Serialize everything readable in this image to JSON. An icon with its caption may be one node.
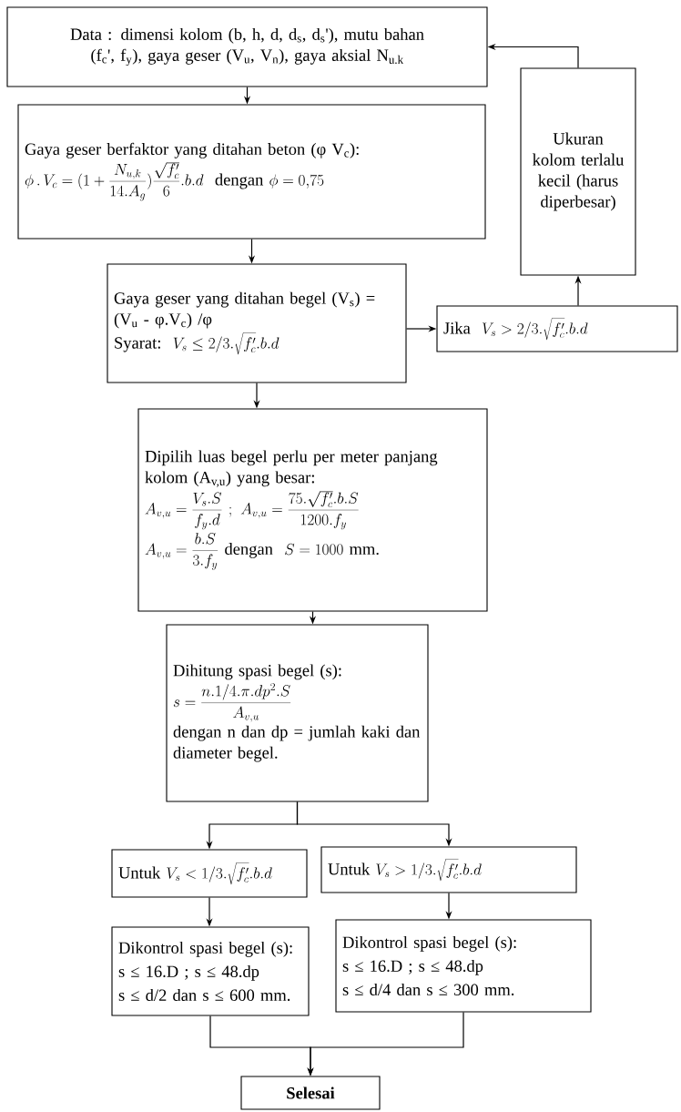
{
  "diagram": {
    "nodes": [
      {
        "text": [
          "Data : dimensi kolom (b, h, d, d$_{s}$, d$_{s}$'), mutu bahan (f$_{c}$', f$_{y}$), gaya geser (V$_{u}$, V$_{n}$), gaya aksial N$_{u.k}$"
        ]
      },
      {
        "text": [
          "Gaya geser berfaktor yang ditahan beton (φ V$_{c}$):",
          "\\phi\\,.\\,V_{c}=(1+\\frac{N_{u,k}}{14.A_{g}})\\frac{\\sqrt{f_{c}'}}{6}.b.d\\ \\ \\mbox{dengan}\\ \\phi=0{,}75"
        ]
      },
      {
        "text": [
          "Gaya geser yang ditahan begel (V$_{s}$) = (V$_{u}$ - φ.V$_{c}$) /φ",
          "\\mbox{Syarat:}\\ \\ V_{s}\\le 2/3.\\sqrt{f_{c}'}.b.d"
        ]
      },
      {
        "text": [
          "\\mbox{Jika}\\ \\ V_{s}>2/3.\\sqrt{f_{c}'}.b.d"
        ]
      },
      {
        "text": [
          "Ukuran kolom terlalu kecil (harus diperbesar)"
        ]
      },
      {
        "text": [
          "Dipilih luas begel perlu per meter panjang kolom (A$_{v,u}$) yang besar:",
          "A_{v,u}=\\frac{V_{s}.S}{f_{y}.d}\\ ;\\ A_{v,u}=\\frac{75.\\sqrt{f_{c}'}.b.S}{1200.f_{y}}",
          "A_{v,u}=\\frac{b.S}{3.f_{y}}\\ \\mbox{dengan}\\ \\ S=1000\\ \\mbox{mm.}"
        ]
      },
      {
        "text": [
          "Dihitung spasi begel (s):",
          "s=\\frac{n.1/4.\\pi.dp^{2}.S}{A_{v,u}}",
          "dengan n dan dp = jumlah kaki dan diameter begel."
        ]
      },
      {
        "text": [
          "\\mbox{Untuk}\\ V_{s}<1/3.\\sqrt{f_{c}'}.b.d"
        ]
      },
      {
        "text": [
          "\\mbox{Untuk}\\ V_{s}>1/3.\\sqrt{f_{c}'}.b.d"
        ]
      },
      {
        "text": [
          "Dikontrol spasi begel (s):",
          "s ≤ 16.D ;  s ≤ 48.dp",
          "s ≤ d/2 dan s ≤ 600 mm."
        ]
      },
      {
        "text": [
          "Dikontrol spasi begel (s):",
          "s ≤ 16.D ;  s ≤ 48.dp",
          "s ≤ d/4 dan s ≤ 300 mm."
        ]
      },
      {
        "text": [
          "Selesai"
        ]
      }
    ],
    "edges": [
      {
        "from": 0,
        "to": 1,
        "arrow": "to"
      },
      {
        "from": 1,
        "to": 2,
        "arrow": "to"
      },
      {
        "from": 2,
        "to": 3,
        "arrow": "to"
      },
      {
        "from": 3,
        "to": 4,
        "arrow": "to"
      },
      {
        "from": 4,
        "to": 0,
        "arrow": "to"
      },
      {
        "from": 2,
        "to": 5,
        "arrow": "to"
      },
      {
        "from": 5,
        "to": 6,
        "arrow": "to"
      },
      {
        "from": 6,
        "to": 7,
        "arrow": "to"
      },
      {
        "from": 6,
        "to": 8,
        "arrow": "to"
      },
      {
        "from": 7,
        "to": 9,
        "arrow": "to"
      },
      {
        "from": 8,
        "to": 10,
        "arrow": "to"
      },
      {
        "from": 9,
        "to": 11,
        "arrow": "to"
      },
      {
        "from": 10,
        "to": 11,
        "arrow": "to"
      }
    ]
  }
}
